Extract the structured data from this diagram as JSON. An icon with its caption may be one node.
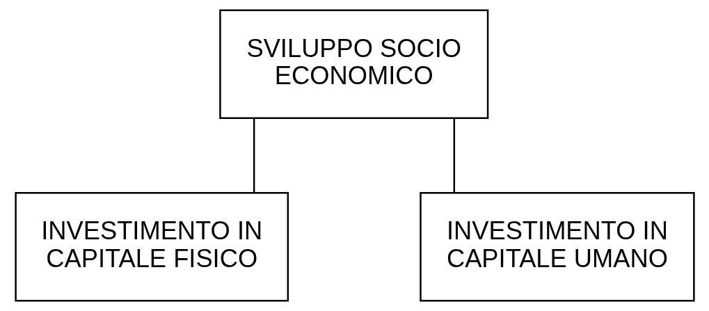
{
  "diagram": {
    "nodes": [
      {
        "text": [
          "SVILUPPO SOCIO ECONOMICO"
        ]
      },
      {
        "text": [
          "INVESTIMENTO IN CAPITALE FISICO"
        ]
      },
      {
        "text": [
          "INVESTIMENTO IN CAPITALE UMANO"
        ]
      }
    ],
    "edges": [
      {
        "from": 0,
        "to": 1,
        "arrow": "none"
      },
      {
        "from": 0,
        "to": 2,
        "arrow": "none"
      }
    ]
  }
}
